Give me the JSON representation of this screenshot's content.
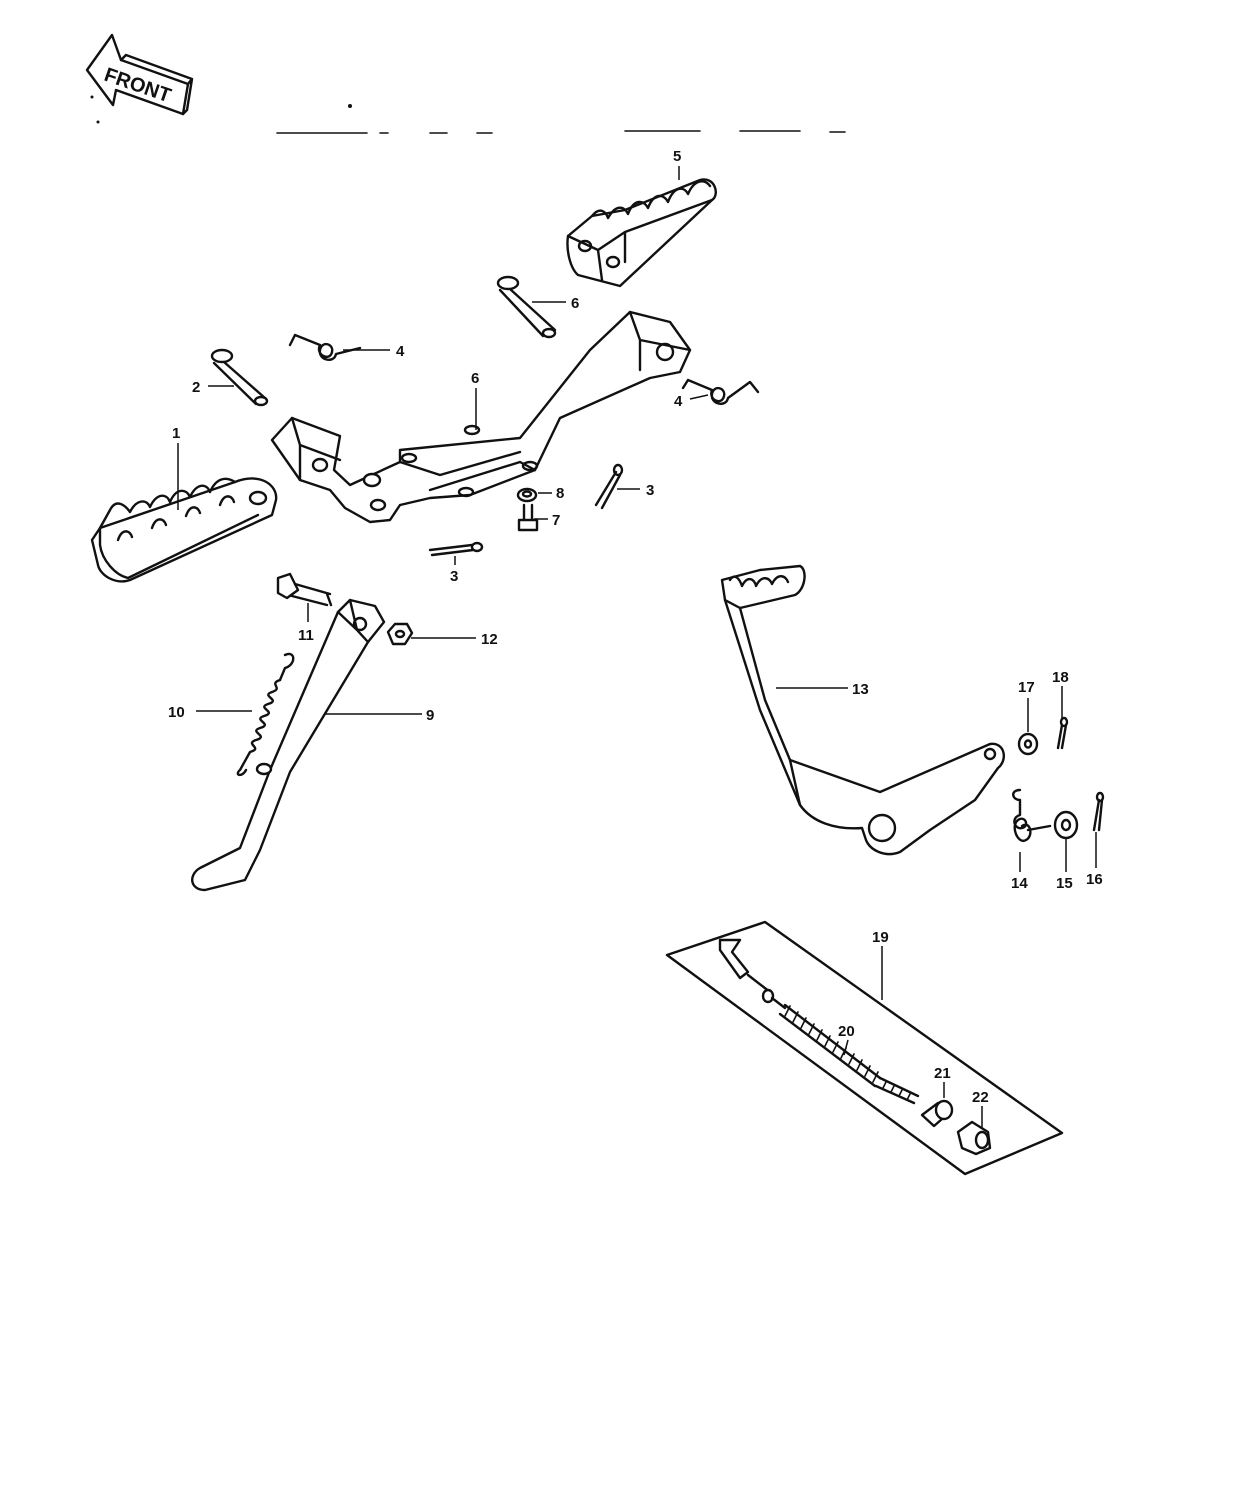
{
  "front_label": "FRONT",
  "callouts": {
    "c1": "1",
    "c2": "2",
    "c3a": "3",
    "c3b": "3",
    "c4a": "4",
    "c4b": "4",
    "c5": "5",
    "c6a": "6",
    "c6b": "6",
    "c7": "7",
    "c8": "8",
    "c9": "9",
    "c10": "10",
    "c11": "11",
    "c12": "12",
    "c13": "13",
    "c14": "14",
    "c15": "15",
    "c16": "16",
    "c17": "17",
    "c18": "18",
    "c19": "19",
    "c20": "20",
    "c21": "21",
    "c22": "22"
  }
}
